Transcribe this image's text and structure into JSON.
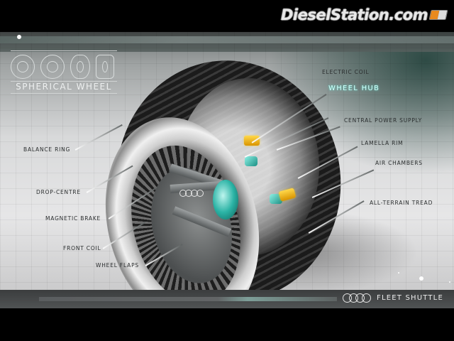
{
  "header": {
    "brand_name": "DieselStation.com",
    "brand_badge_colors": [
      "#e98a1e",
      "#dcdcdc"
    ]
  },
  "badge": {
    "title": "SPHERICAL WHEEL",
    "icons": [
      "wheel-front-icon",
      "wheel-rim-icon",
      "wheel-side-icon",
      "wheel-cutaway-icon"
    ]
  },
  "callouts": {
    "right": [
      {
        "id": "electric-coil",
        "label": "ELECTRIC COIL"
      },
      {
        "id": "wheel-hub",
        "label": "WHEEL HUB",
        "highlight_color": "#d8fffb"
      },
      {
        "id": "central-power-supply",
        "label": "CENTRAL POWER SUPPLY"
      },
      {
        "id": "lamella-rim",
        "label": "LAMELLA RIM"
      },
      {
        "id": "air-chambers",
        "label": "AIR CHAMBERS"
      },
      {
        "id": "all-terrain-tread",
        "label": "ALL-TERRAIN TREAD"
      }
    ],
    "left": [
      {
        "id": "balance-ring",
        "label": "BALANCE RING"
      },
      {
        "id": "drop-centre",
        "label": "DROP-CENTRE"
      },
      {
        "id": "magnetic-brake",
        "label": "MAGNETIC BRAKE"
      },
      {
        "id": "front-coil",
        "label": "FRONT COIL"
      },
      {
        "id": "wheel-flaps",
        "label": "WHEEL FLAPS"
      }
    ]
  },
  "footer": {
    "logo": "four-rings-logo",
    "title": "FLEET SHUTTLE"
  },
  "colors": {
    "accent_teal": "#2bb3a5",
    "accent_yellow": "#f2b90f",
    "background_dark": "#000000"
  }
}
